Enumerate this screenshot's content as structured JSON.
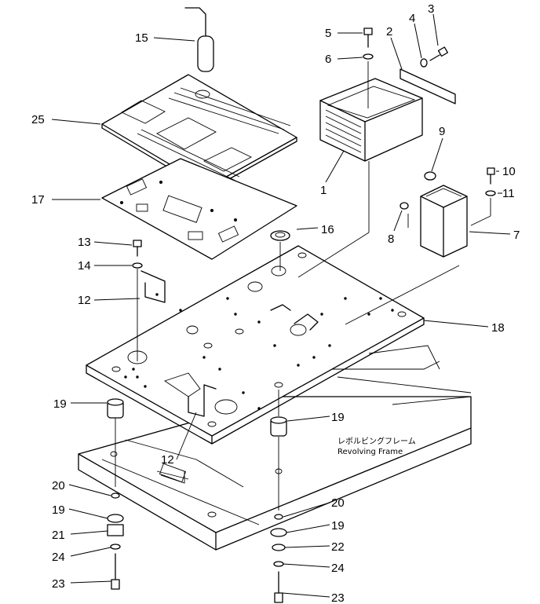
{
  "callouts": {
    "c1": "1",
    "c2": "2",
    "c3": "3",
    "c4": "4",
    "c5": "5",
    "c6": "6",
    "c7": "7",
    "c8": "8",
    "c9": "9",
    "c10": "10",
    "c11": "11",
    "c12a": "12",
    "c12b": "12",
    "c13": "13",
    "c14": "14",
    "c15": "15",
    "c16": "16",
    "c17": "17",
    "c18": "18",
    "c19a": "19",
    "c19b": "19",
    "c19c": "19",
    "c19d": "19",
    "c20a": "20",
    "c20b": "20",
    "c21": "21",
    "c22": "22",
    "c23a": "23",
    "c23b": "23",
    "c24a": "24",
    "c24b": "24",
    "c25": "25"
  },
  "caption": {
    "japanese": "レボルビングフレーム",
    "english": "Revolving  Frame"
  }
}
